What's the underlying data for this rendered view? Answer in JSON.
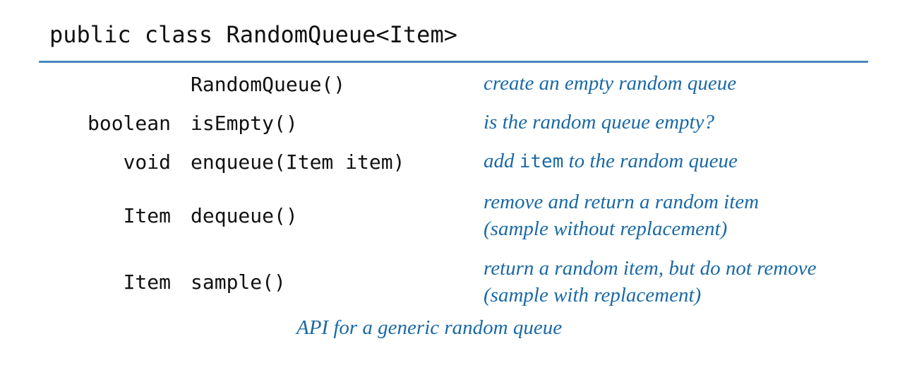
{
  "figure": {
    "class_declaration": "public class RandomQueue<Item>",
    "caption": "API for a generic random queue",
    "colors": {
      "accent_blue": "#1a69a5",
      "rule_blue": "#4a86bd",
      "text_black": "#111111",
      "background": "#ffffff"
    },
    "rows": [
      {
        "return_type": "",
        "signature": "RandomQueue()",
        "desc_pre": "create an empty random queue",
        "desc_code": "",
        "desc_post": "",
        "desc_line2": ""
      },
      {
        "return_type": "boolean",
        "signature": "isEmpty()",
        "desc_pre": "is the random queue empty?",
        "desc_code": "",
        "desc_post": "",
        "desc_line2": ""
      },
      {
        "return_type": "void",
        "signature": "enqueue(Item item)",
        "desc_pre": "add ",
        "desc_code": "item",
        "desc_post": " to the random queue",
        "desc_line2": ""
      },
      {
        "return_type": "Item",
        "signature": "dequeue()",
        "desc_pre": "remove and return a random item",
        "desc_code": "",
        "desc_post": "",
        "desc_line2": "(sample without replacement)"
      },
      {
        "return_type": "Item",
        "signature": "sample()",
        "desc_pre": "return a random item, but do not remove",
        "desc_code": "",
        "desc_post": "",
        "desc_line2": "(sample with replacement)"
      }
    ]
  }
}
